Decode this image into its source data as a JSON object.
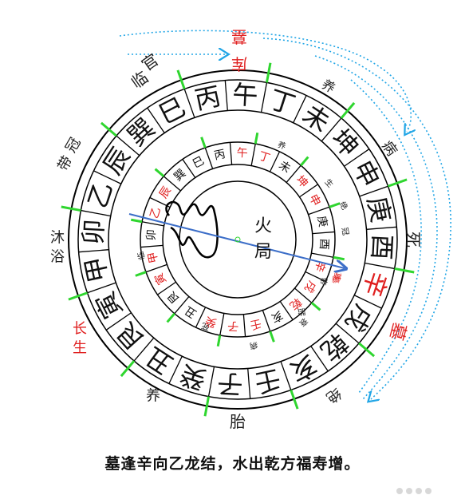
{
  "outer_ring": [
    "丙",
    "午",
    "丁",
    "未",
    "坤",
    "申",
    "庚",
    "酉",
    "辛",
    "戌",
    "乾",
    "亥",
    "壬",
    "子",
    "癸",
    "丑",
    "艮",
    "寅",
    "甲",
    "卯",
    "乙",
    "辰",
    "巽",
    "巳"
  ],
  "outer_red": [
    "辛"
  ],
  "inner_ring": [
    "丙",
    "午",
    "丁",
    "未",
    "坤",
    "申",
    "庚",
    "酉",
    "辛",
    "戌",
    "乾",
    "亥",
    "壬",
    "子",
    "癸",
    "丑",
    "艮",
    "寅",
    "甲",
    "卯",
    "乙",
    "辰",
    "巽",
    "巳"
  ],
  "inner_red": [
    "午",
    "丁",
    "坤",
    "申",
    "辛",
    "戌",
    "乾",
    "壬",
    "子",
    "癸",
    "寅",
    "甲",
    "乙",
    "辰"
  ],
  "inner_labels": [
    {
      "text": "养",
      "color": "#222222"
    },
    {
      "text": "生",
      "color": "#222222"
    },
    {
      "text": "冠",
      "color": "#222222"
    },
    {
      "text": "帝",
      "color": "#222222"
    },
    {
      "text": "衰",
      "color": "#222222"
    },
    {
      "text": "病",
      "color": "#222222"
    },
    {
      "text": "死",
      "color": "#222222"
    },
    {
      "text": "墓",
      "color": "#e02020"
    },
    {
      "text": "绝",
      "color": "#222222"
    },
    {
      "text": "胎",
      "color": "#222222"
    },
    {
      "text": "墓",
      "color": "#e02020"
    },
    {
      "text": "临",
      "color": "#222222"
    }
  ],
  "outer_labels": [
    {
      "text": "墓",
      "color": "#e02020"
    },
    {
      "text": "库",
      "color": "#e02020"
    },
    {
      "text": "养",
      "color": "#222222"
    },
    {
      "text": "病",
      "color": "#222222"
    },
    {
      "text": "死",
      "color": "#222222"
    },
    {
      "text": "墓",
      "color": "#e02020"
    },
    {
      "text": "绝",
      "color": "#222222"
    },
    {
      "text": "胎",
      "color": "#222222"
    },
    {
      "text": "养",
      "color": "#222222"
    },
    {
      "text": "长",
      "color": "#e02020"
    },
    {
      "text": "生",
      "color": "#e02020"
    },
    {
      "text": "沐",
      "color": "#222222"
    },
    {
      "text": "浴",
      "color": "#222222"
    },
    {
      "text": "冠",
      "color": "#222222"
    },
    {
      "text": "带",
      "color": "#222222"
    },
    {
      "text": "官",
      "color": "#222222"
    },
    {
      "text": "临",
      "color": "#222222"
    }
  ],
  "center_label_1": "火",
  "center_label_2": "局",
  "caption": "墓逢辛向乙龙结，水出乾方福寿增。",
  "colors": {
    "ring_stroke": "#000000",
    "tick_green": "#2fd62f",
    "arrow_blue": "#3c6ec8",
    "water_dotted": "#22a6e6",
    "text_red": "#e02020",
    "text_dark": "#111111"
  }
}
